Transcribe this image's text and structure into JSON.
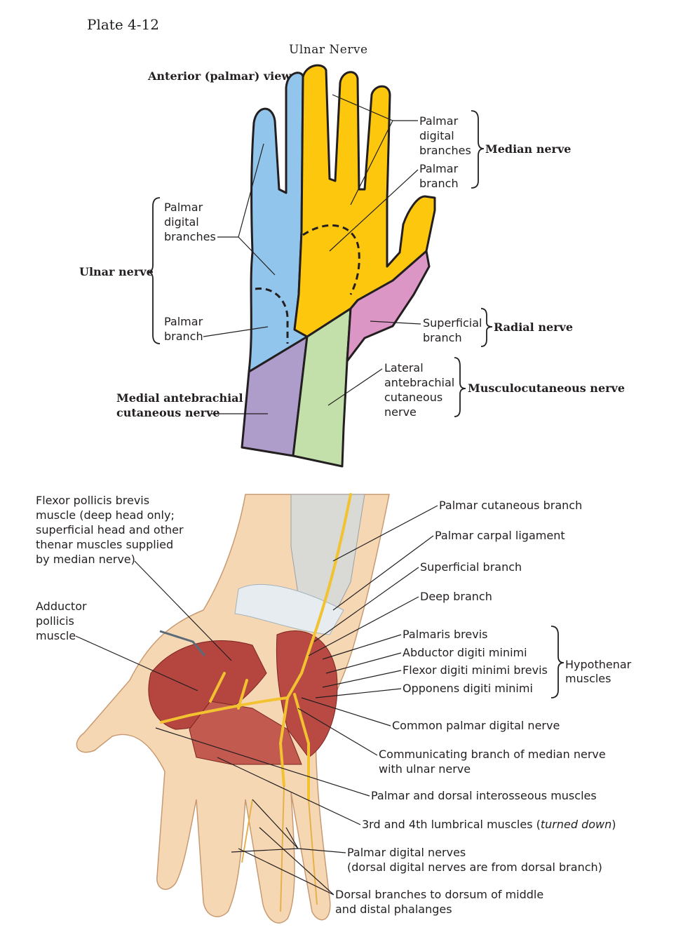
{
  "plate_number": "Plate 4-12",
  "heading": "Ulnar Nerve",
  "top_view_title": "Anterior (palmar) view",
  "colors": {
    "ulnar": "#92c5eb",
    "median": "#fdc70e",
    "radial": "#dc96c6",
    "musculocutaneous": "#c3e0ab",
    "medial_antebrachial": "#ae9dcb",
    "skin": "#f6d7b4",
    "muscle": "#b5453f",
    "nerve": "#f2c230"
  },
  "top_labels": {
    "palmar_digital_branches_median": [
      "Palmar",
      "digital",
      "branches"
    ],
    "palmar_branch_median": [
      "Palmar",
      "branch"
    ],
    "median_nerve": "Median nerve",
    "palmar_digital_branches_ulnar": [
      "Palmar",
      "digital",
      "branches"
    ],
    "ulnar_nerve": "Ulnar nerve",
    "palmar_branch_ulnar": [
      "Palmar",
      "branch"
    ],
    "superficial_branch": [
      "Superficial",
      "branch"
    ],
    "radial_nerve": "Radial nerve",
    "lateral_antebrachial": [
      "Lateral",
      "antebrachial",
      "cutaneous",
      "nerve"
    ],
    "musculocutaneous_nerve": "Musculocutaneous nerve",
    "medial_antebrachial": [
      "Medial antebrachial",
      "cutaneous nerve"
    ]
  },
  "bottom_left_labels": {
    "flexor_pollicis_brevis": [
      "Flexor pollicis brevis",
      "muscle (deep head only;",
      "superficial head and other",
      "thenar muscles supplied",
      "by median nerve)"
    ],
    "adductor_pollicis": [
      "Adductor",
      "pollicis",
      "muscle"
    ]
  },
  "bottom_right_labels": {
    "palmar_cutaneous_branch": "Palmar cutaneous branch",
    "palmar_carpal_ligament": "Palmar carpal ligament",
    "superficial_branch": "Superficial branch",
    "deep_branch": "Deep branch",
    "palmaris_brevis": "Palmaris brevis",
    "abductor_digiti_minimi": "Abductor digiti minimi",
    "flexor_digiti_minimi_brevis": "Flexor digiti minimi brevis",
    "opponens_digiti_minimi": "Opponens digiti minimi",
    "hypothenar_muscles": [
      "Hypothenar",
      "muscles"
    ],
    "common_palmar_digital_nerve": "Common palmar digital nerve",
    "communicating_branch": [
      "Communicating branch of median nerve",
      "with ulnar nerve"
    ],
    "interosseous": "Palmar and dorsal interosseous muscles",
    "lumbrical": "3rd and 4th lumbrical muscles (",
    "lumbrical_italic": "turned down",
    "lumbrical_close": ")",
    "palmar_digital_nerves": [
      "Palmar digital nerves",
      "(dorsal digital nerves are from dorsal branch)"
    ],
    "dorsal_branches": [
      "Dorsal branches to dorsum of middle",
      "and distal phalanges"
    ]
  }
}
